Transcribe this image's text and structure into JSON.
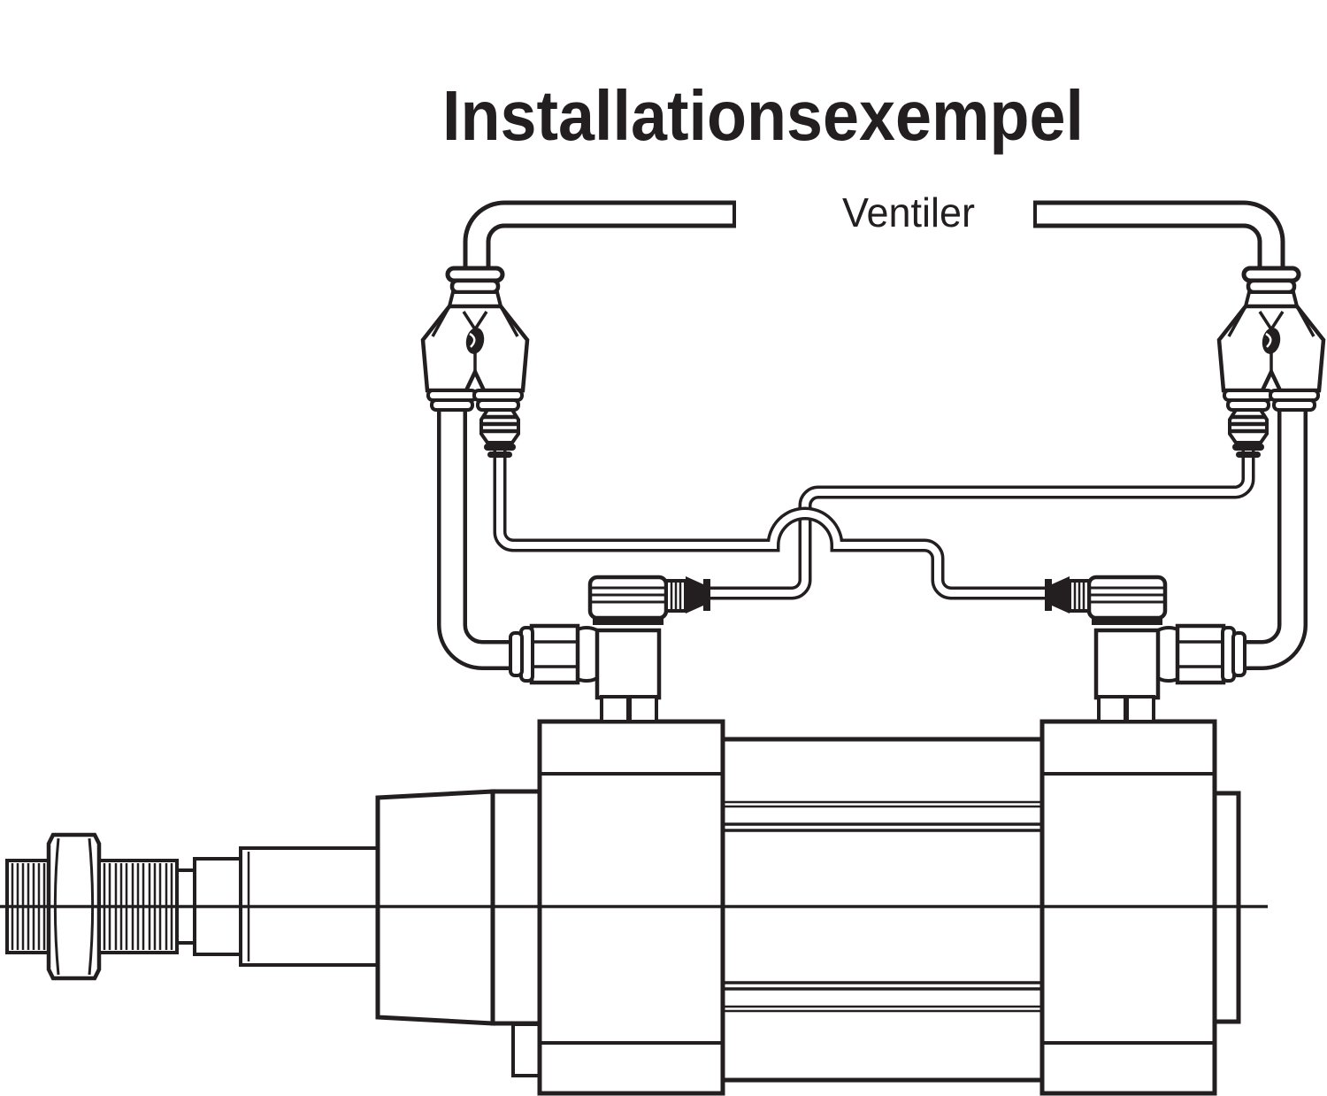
{
  "title": "Installationsexempel",
  "diagram": {
    "valves_label": "Ventiler",
    "line_color": "#231f20",
    "background_color": "#ffffff",
    "components": [
      "tube-to-valve-left",
      "tube-to-valve-right",
      "y-push-in-fitting-left",
      "y-push-in-fitting-right",
      "reducer-fitting-left",
      "reducer-fitting-right",
      "supply-tube-left",
      "supply-tube-right",
      "crossover-tube-left-to-right-port",
      "crossover-tube-right-to-left-port",
      "tube-crossing-jump",
      "banjo-elbow-fitting-left",
      "banjo-elbow-fitting-right",
      "pneumatic-cylinder",
      "cylinder-front-cap",
      "cylinder-rear-cap",
      "cylinder-barrel",
      "piston-rod",
      "rod-threads",
      "rod-nut",
      "center-line"
    ]
  }
}
